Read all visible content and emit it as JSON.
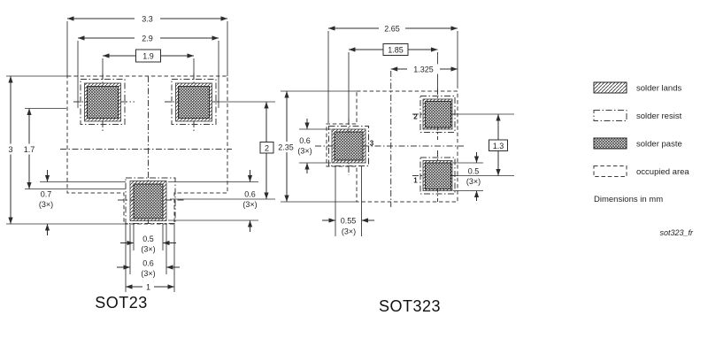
{
  "sot23": {
    "title": "SOT23",
    "dim_33": "3.3",
    "dim_29": "2.9",
    "dim_19": "1.9",
    "dim_3": "3",
    "dim_17": "1.7",
    "dim_2": "2",
    "dim_07": "0.7",
    "dim_07_n": "(3×)",
    "dim_06r": "0.6",
    "dim_06r_n": "(3×)",
    "dim_05": "0.5",
    "dim_05_n": "(3×)",
    "dim_06b": "0.6",
    "dim_06b_n": "(3×)",
    "dim_1": "1"
  },
  "sot323": {
    "title": "SOT323",
    "dim_265": "2.65",
    "dim_185": "1.85",
    "dim_1325": "1.325",
    "dim_235": "2.35",
    "dim_13": "1.3",
    "dim_06": "0.6",
    "dim_06_n": "(3×)",
    "dim_05": "0.5",
    "dim_05_n": "(3×)",
    "dim_055": "0.55",
    "dim_055_n": "(3×)",
    "pad1": "1",
    "pad2": "2",
    "pad3": "3"
  },
  "legend": {
    "items": [
      {
        "label": "solder lands",
        "style": "hatch"
      },
      {
        "label": "solder resist",
        "style": "dashdot"
      },
      {
        "label": "solder paste",
        "style": "cross"
      },
      {
        "label": "occupied area",
        "style": "dashed"
      }
    ],
    "note": "Dimensions in mm",
    "ref": "sot323_fr"
  },
  "colors": {
    "line": "#2c2c2c",
    "text": "#1f1f1f",
    "background": "#ffffff"
  }
}
